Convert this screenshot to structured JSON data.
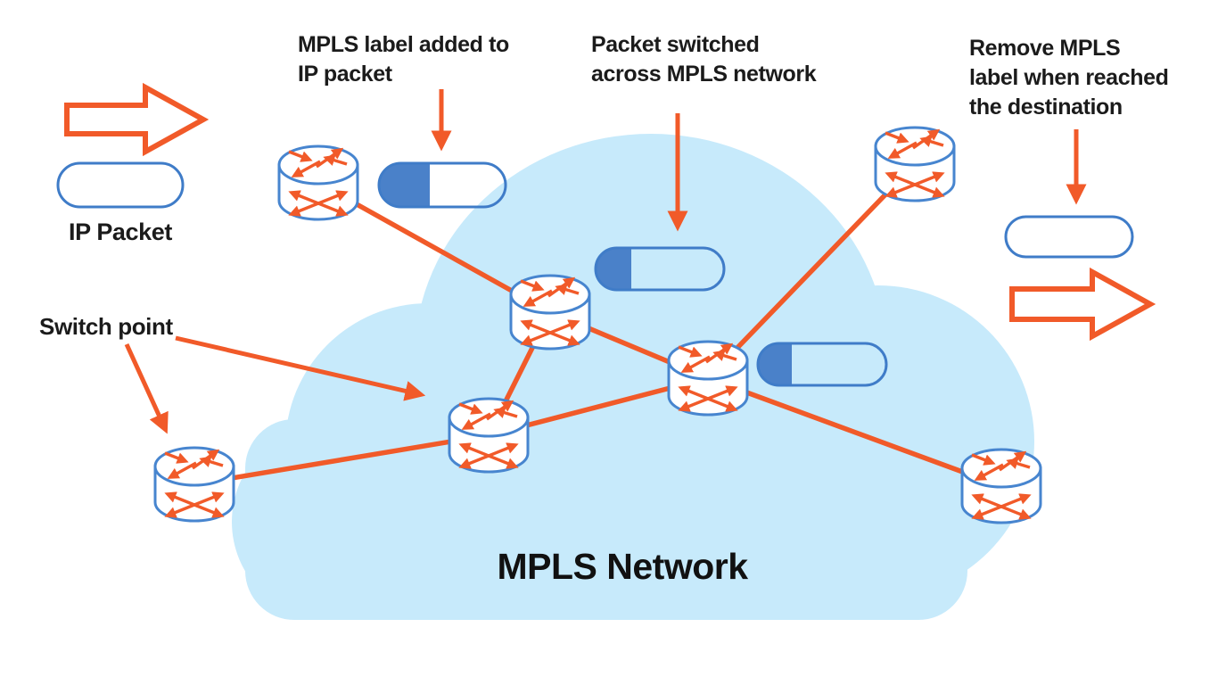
{
  "diagram_title": "MPLS Network",
  "labels": {
    "ip_packet": "IP Packet",
    "mpls_label_added": "MPLS label added to\nIP packet",
    "packet_switched": "Packet switched\nacross MPLS network",
    "remove_mpls_label": "Remove MPLS\nlabel when reached\nthe destination",
    "switch_point": "Switch point"
  },
  "colors": {
    "orange": "#F15A29",
    "router_blue": "#4785CF",
    "pill_border_blue": "#3F7CC8",
    "pill_fill_blue": "#4A81C9",
    "cloud_blue": "#C7EAFB",
    "text": "#1B1B1B",
    "background": "#FFFFFF"
  },
  "elements": {
    "router_count": 7,
    "packets": [
      {
        "name": "ip-packet-plain",
        "has_mpls_label": false
      },
      {
        "name": "packet-with-label-at-ingress",
        "has_mpls_label": true
      },
      {
        "name": "packet-with-label-in-cloud-top",
        "has_mpls_label": true
      },
      {
        "name": "packet-with-label-at-core",
        "has_mpls_label": true
      },
      {
        "name": "packet-unlabeled-at-egress",
        "has_mpls_label": false
      }
    ]
  }
}
